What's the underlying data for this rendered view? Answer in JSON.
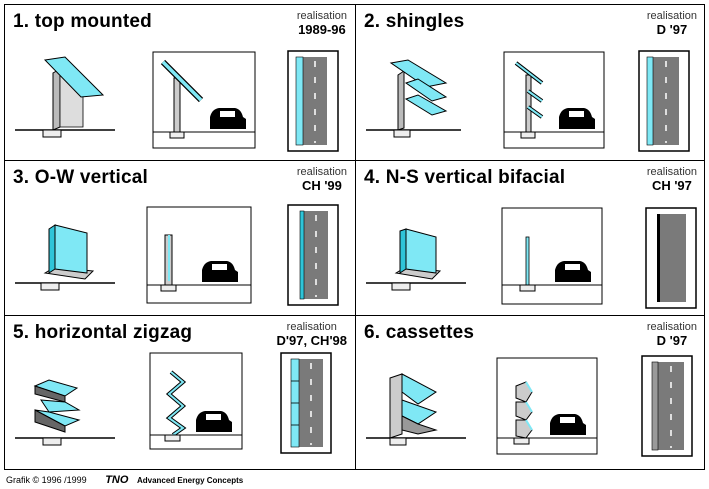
{
  "panels": [
    {
      "title": "1. top mounted",
      "realisation_label": "realisation",
      "realisation_year": "1989-96"
    },
    {
      "title": "2. shingles",
      "realisation_label": "realisation",
      "realisation_year": "D '97"
    },
    {
      "title": "3. O-W vertical",
      "realisation_label": "realisation",
      "realisation_year": "CH '99"
    },
    {
      "title": "4. N-S vertical bifacial",
      "realisation_label": "realisation",
      "realisation_year": "CH '97"
    },
    {
      "title": "5. horizontal zigzag",
      "realisation_label": "realisation",
      "realisation_year": "D'97, CH'98"
    },
    {
      "title": "6. cassettes",
      "realisation_label": "realisation",
      "realisation_year": "D '97"
    }
  ],
  "footer": {
    "credit": "Grafik © 1996 /1999",
    "logo": "TNO",
    "tagline": "Advanced Energy Concepts"
  },
  "colors": {
    "panel": "#7fe8f5",
    "panel_dark": "#2fc4d8",
    "wall": "#dcdcdc",
    "road": "#7a7a7a",
    "road_line": "#ffffff"
  }
}
